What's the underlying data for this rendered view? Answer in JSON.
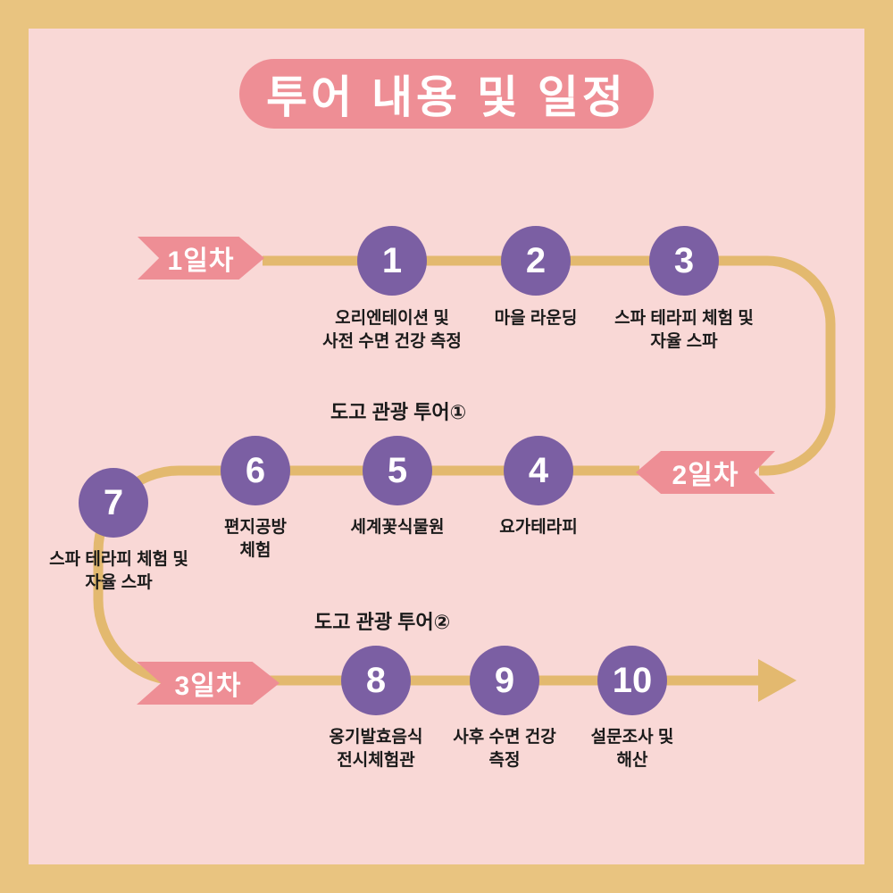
{
  "title": "투어 내용 및 일정",
  "colors": {
    "border_tan": "#e9c480",
    "background_pink": "#f9d8d6",
    "accent_pink": "#ee8e95",
    "route_tan": "#e3b96f",
    "circle_purple": "#7b5fa3",
    "text_dark": "#1a1a1a",
    "text_white": "#ffffff"
  },
  "days": [
    {
      "label": "1일차"
    },
    {
      "label": "2일차"
    },
    {
      "label": "3일차"
    }
  ],
  "sections": [
    {
      "label": "도고 관광 투어①"
    },
    {
      "label": "도고 관광 투어②"
    }
  ],
  "stops": [
    {
      "num": "1",
      "label": "오리엔테이션 및\n사전 수면 건강 측정"
    },
    {
      "num": "2",
      "label": "마을 라운딩"
    },
    {
      "num": "3",
      "label": "스파 테라피 체험 및\n자율 스파"
    },
    {
      "num": "4",
      "label": "요가테라피"
    },
    {
      "num": "5",
      "label": "세계꽃식물원"
    },
    {
      "num": "6",
      "label": "편지공방\n체험"
    },
    {
      "num": "7",
      "label": "스파 테라피 체험 및\n자율 스파"
    },
    {
      "num": "8",
      "label": "옹기발효음식\n전시체험관"
    },
    {
      "num": "9",
      "label": "사후 수면 건강\n측정"
    },
    {
      "num": "10",
      "label": "설문조사 및\n해산"
    }
  ]
}
